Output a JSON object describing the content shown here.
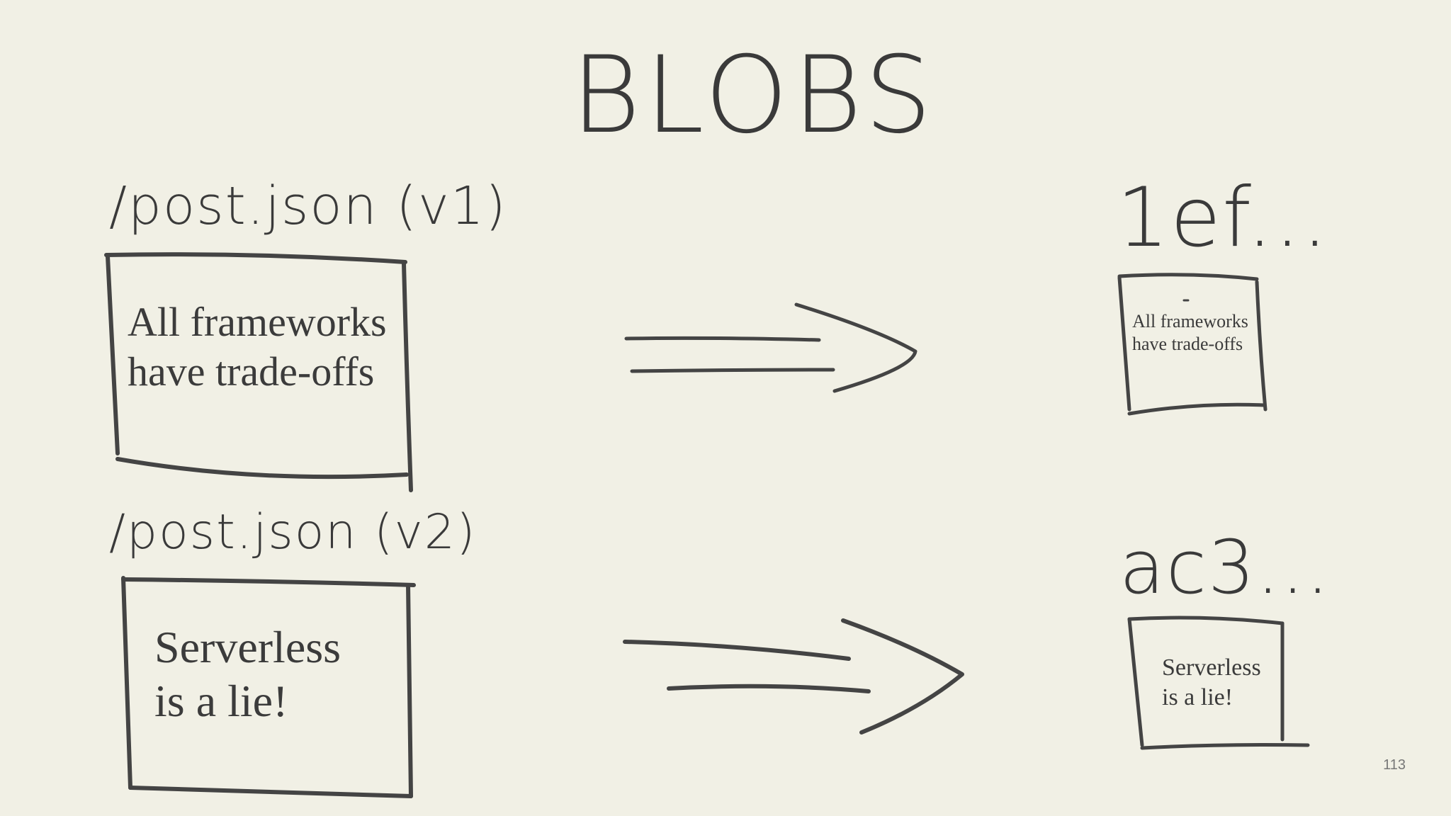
{
  "slide": {
    "title": "BLOBS",
    "page_number": "113"
  },
  "rows": [
    {
      "path_label": "/post.json (v1)",
      "content": "All frameworks\nhave trade-offs",
      "hash_label": "1ef...",
      "blob_content": "All frameworks\nhave trade-offs"
    },
    {
      "path_label": "/post.json (v2)",
      "content": "Serverless\nis a lie!",
      "hash_label": "ac3...",
      "blob_content": "Serverless\nis a lie!"
    }
  ],
  "colors": {
    "background": "#f1f0e5",
    "ink": "#3a3a3a"
  }
}
